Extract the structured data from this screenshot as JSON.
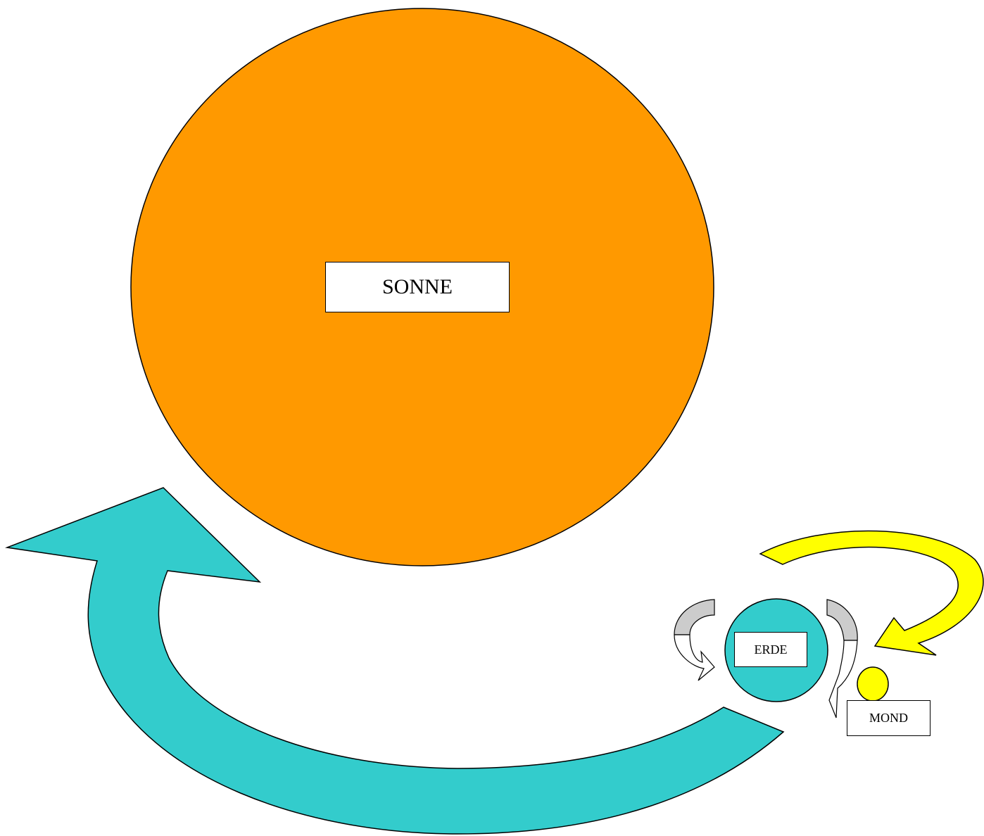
{
  "diagram": {
    "sun": {
      "label": "SONNE",
      "color": "#FF9900"
    },
    "earth": {
      "label": "ERDE",
      "color": "#33CCCC"
    },
    "moon": {
      "label": "MOND",
      "color": "#FFFF00"
    },
    "orbit_arrow": {
      "color": "#33CCCC"
    },
    "moon_orbit_arrow": {
      "color": "#FFFF00"
    },
    "rotation_arrows": {
      "shade_color": "#CCCCCC",
      "face_color": "#FFFFFF"
    }
  }
}
